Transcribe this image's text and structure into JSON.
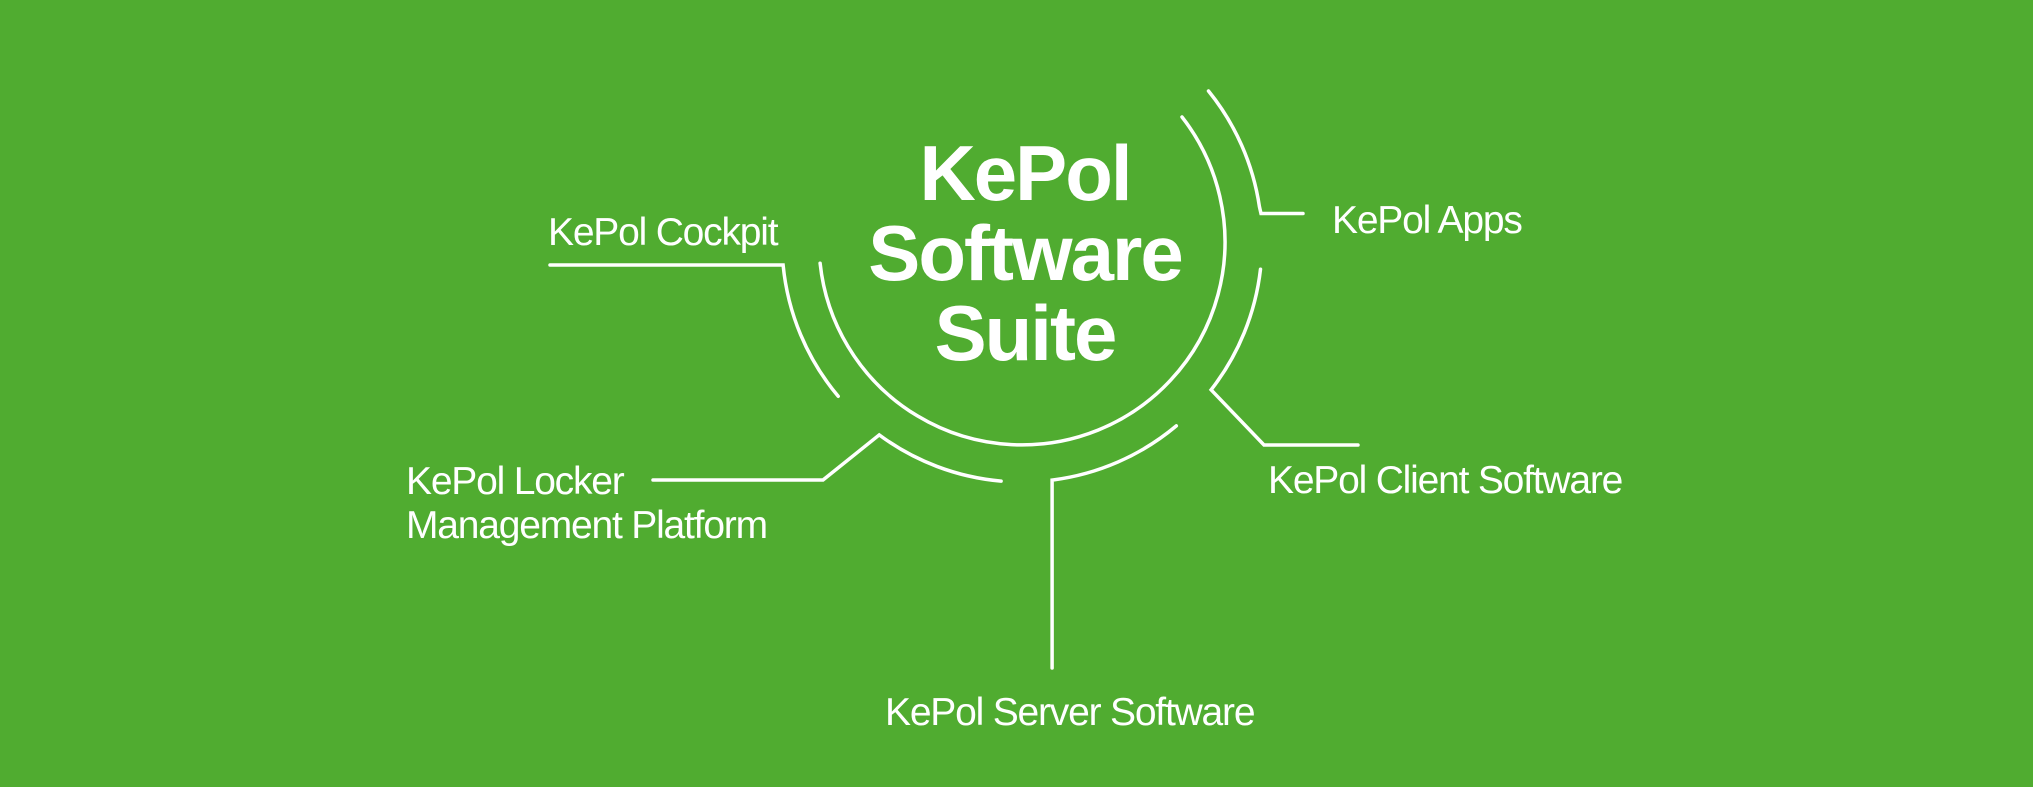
{
  "diagram": {
    "title": {
      "line1": "KePol",
      "line2": "Software",
      "line3": "Suite"
    },
    "labels": {
      "cockpit": "KePol Cockpit",
      "apps": "KePol Apps",
      "locker_line1": "KePol Locker",
      "locker_line2": "Management Platform",
      "client": "KePol Client Software",
      "server": "KePol Server Software"
    },
    "colors": {
      "background": "#50AC30",
      "foreground": "#FFFFFF"
    }
  }
}
